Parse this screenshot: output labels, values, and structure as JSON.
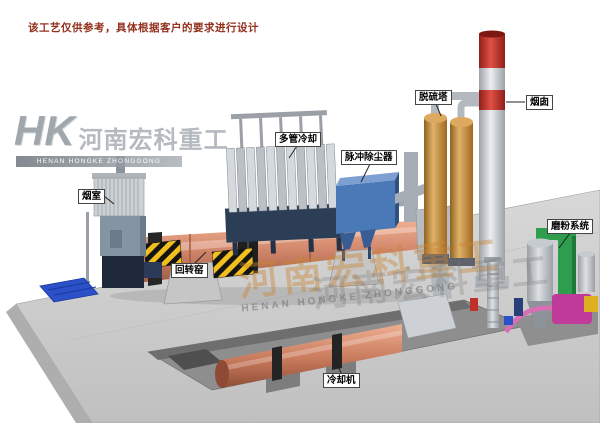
{
  "disclaimer": "该工艺仅供参考，具体根据客户的要求进行设计",
  "logo": {
    "monogram": "HK",
    "company_cn": "河南宏科重工",
    "company_en": "HENAN HONGKE ZHONGGONG"
  },
  "watermark": {
    "text_cn": "河南宏科重工",
    "text_en": "HENAN HONGKE ZHONGGONG"
  },
  "labels": {
    "smoke_chamber": "烟室",
    "multi_tube_cooler": "多管冷却",
    "pulse_dust_collector": "脉冲除尘器",
    "desulfurization_tower": "脱硫塔",
    "chimney": "烟囱",
    "grinding_system": "磨粉系统",
    "rotary_kiln": "回转窑",
    "cooling_machine": "冷却机"
  },
  "colors": {
    "kiln_salmon": "#cf8468",
    "dust_collector_blue": "#4a79b8",
    "tower_tan": "#c78f3a",
    "chimney_red": "#c23028",
    "grinding_green": "#2e9e4e",
    "grinding_magenta": "#c03a9a",
    "hazard_yellow": "#f2c01d",
    "pallet_blue": "#2b50c8"
  }
}
